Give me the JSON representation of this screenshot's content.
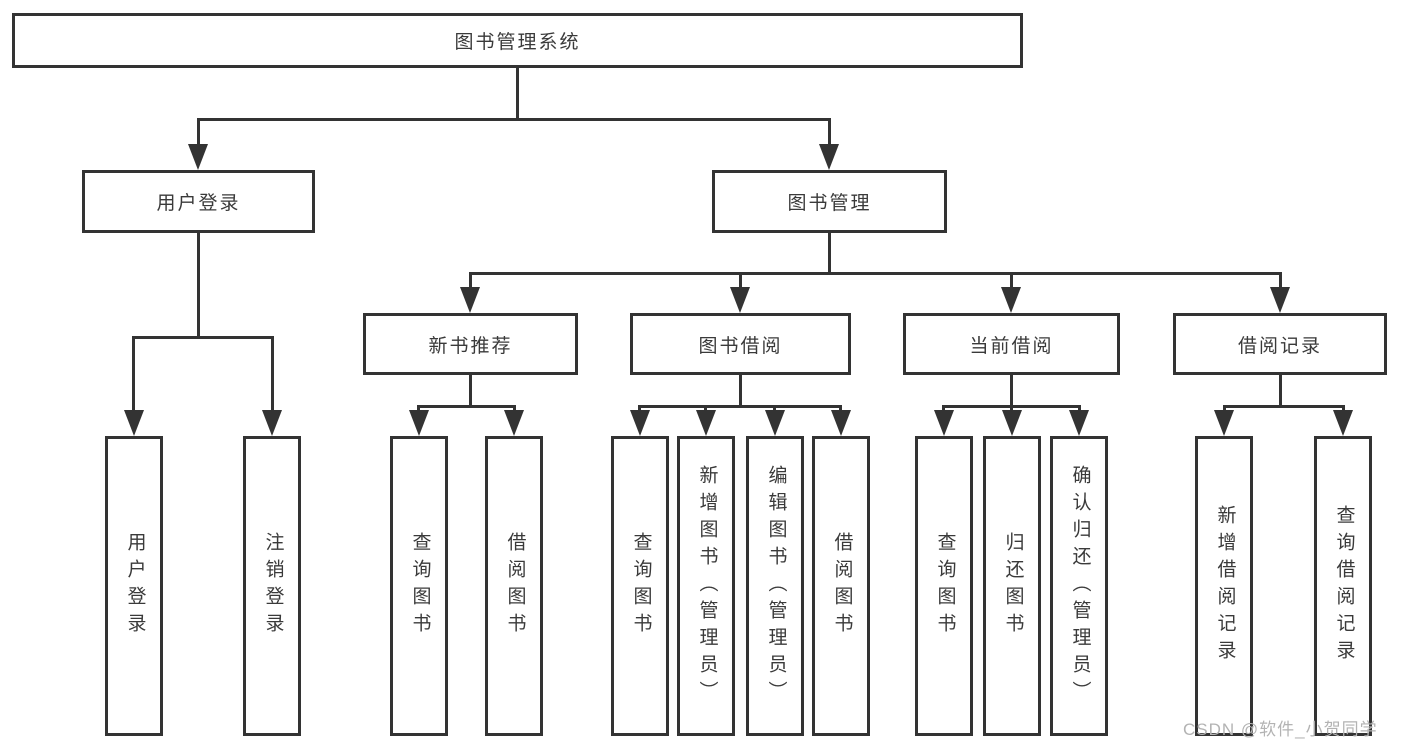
{
  "diagram": {
    "title": "图书管理系统",
    "watermark": "CSDN @软件_小贺同学",
    "colors": {
      "line": "#333333",
      "text": "#3a3a3a",
      "background": "#ffffff",
      "watermark": "#b3b3b3"
    },
    "tree": {
      "root": {
        "label": "图书管理系统",
        "children": [
          {
            "label": "用户登录",
            "children": [
              {
                "label": "用户登录"
              },
              {
                "label": "注销登录"
              }
            ]
          },
          {
            "label": "图书管理",
            "children": [
              {
                "label": "新书推荐",
                "children": [
                  {
                    "label": "查询图书"
                  },
                  {
                    "label": "借阅图书"
                  }
                ]
              },
              {
                "label": "图书借阅",
                "children": [
                  {
                    "label": "查询图书"
                  },
                  {
                    "label": "新增图书（管理员）"
                  },
                  {
                    "label": "编辑图书（管理员）"
                  },
                  {
                    "label": "借阅图书"
                  }
                ]
              },
              {
                "label": "当前借阅",
                "children": [
                  {
                    "label": "查询图书"
                  },
                  {
                    "label": "归还图书"
                  },
                  {
                    "label": "确认归还（管理员）"
                  }
                ]
              },
              {
                "label": "借阅记录",
                "children": [
                  {
                    "label": "新增借阅记录"
                  },
                  {
                    "label": "查询借阅记录"
                  }
                ]
              }
            ]
          }
        ]
      }
    }
  }
}
